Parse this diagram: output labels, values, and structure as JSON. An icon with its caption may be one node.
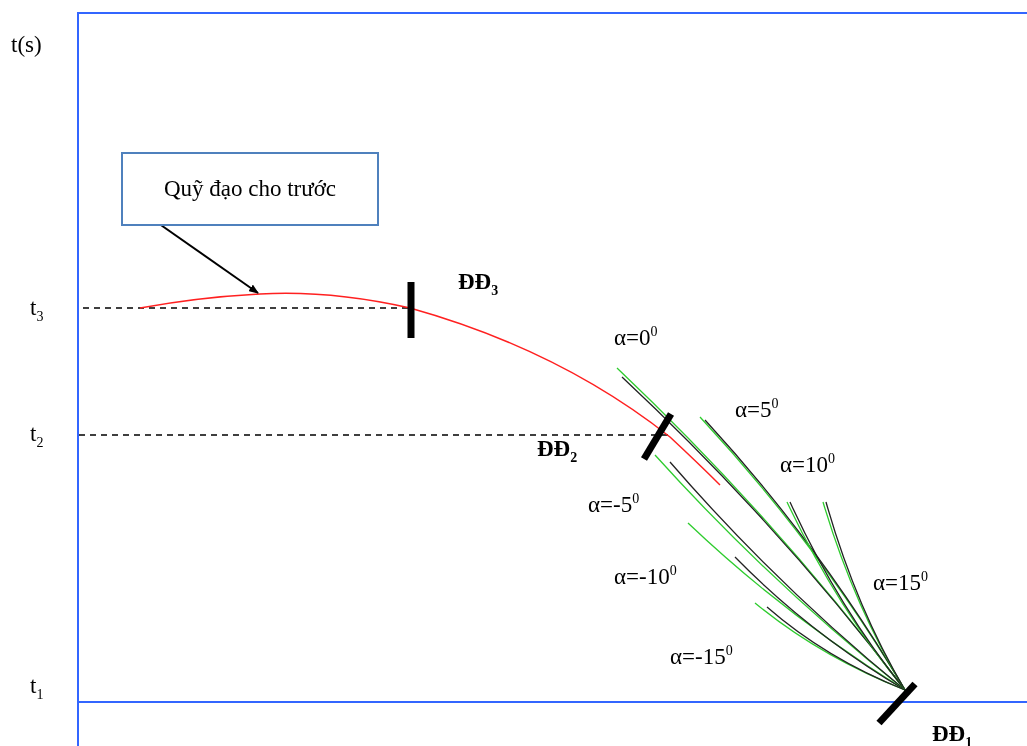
{
  "diagram": {
    "nodes": [
      {
        "text": [
          "Quỹ đạo cho trước"
        ]
      },
      {
        "text": [],
        "shape": "curve"
      }
    ],
    "edges": [
      {
        "from": 0,
        "to": 1,
        "arrow": "to"
      }
    ],
    "labels": [
      "t(s)",
      "ĐĐ$_{3}$",
      "t$_{3}$",
      "α=0$^{0}$",
      "α=5$^{0}$",
      "t$_{2}$",
      "ĐĐ$_{2}$",
      "α=10$^{0}$",
      "α=-5$^{0}$",
      "α=-10$^{0}$",
      "α=15$^{0}$",
      "α=-15$^{0}$",
      "t$_{1}$",
      "ĐĐ$_{1}$"
    ]
  }
}
